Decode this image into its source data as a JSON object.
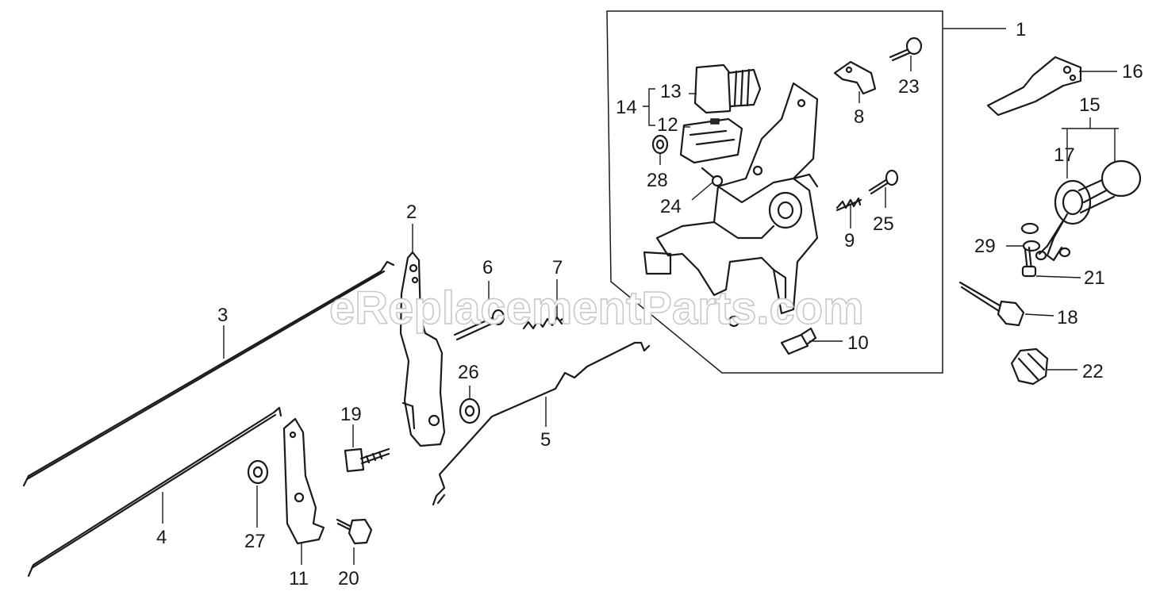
{
  "watermark": "eReplacementParts.com",
  "callouts": {
    "c1": "1",
    "c2": "2",
    "c3": "3",
    "c4": "4",
    "c5": "5",
    "c6": "6",
    "c7": "7",
    "c8": "8",
    "c9": "9",
    "c10": "10",
    "c11": "11",
    "c12": "12",
    "c13": "13",
    "c14": "14",
    "c15": "15",
    "c16": "16",
    "c17": "17",
    "c18": "18",
    "c19": "19",
    "c20": "20",
    "c21": "21",
    "c22": "22",
    "c23": "23",
    "c24": "24",
    "c25": "25",
    "c26": "26",
    "c27": "27",
    "c28": "28",
    "c29": "29"
  }
}
